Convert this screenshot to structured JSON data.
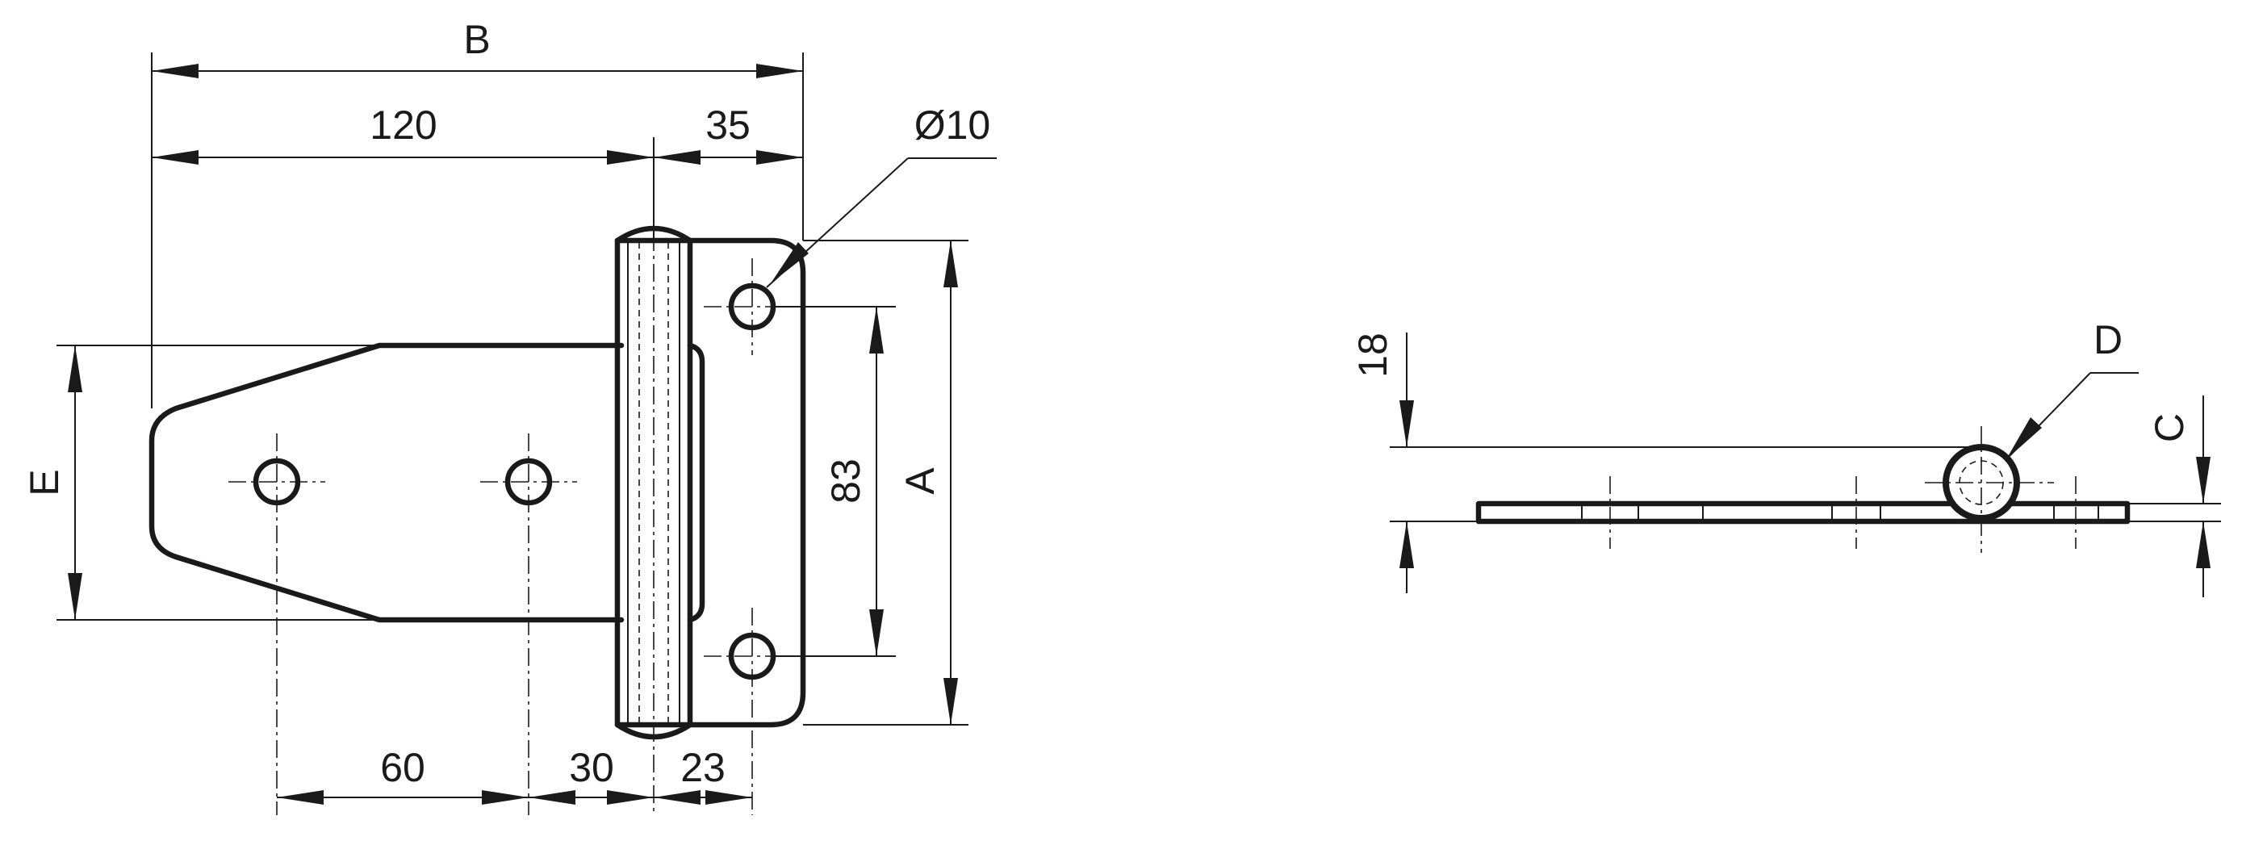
{
  "front_view": {
    "dim_B": "B",
    "dim_120": "120",
    "dim_35": "35",
    "dim_dia10": "Ø10",
    "dim_E": "E",
    "dim_83": "83",
    "dim_A": "A",
    "dim_60": "60",
    "dim_30": "30",
    "dim_23": "23"
  },
  "side_view": {
    "dim_18": "18",
    "dim_D": "D",
    "dim_C": "C"
  }
}
